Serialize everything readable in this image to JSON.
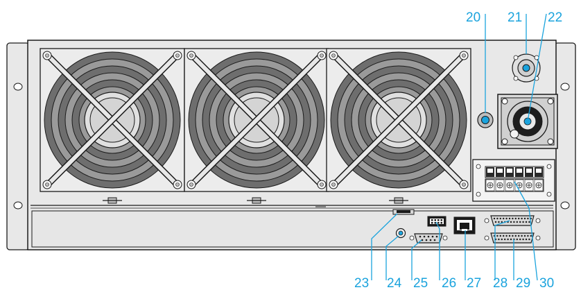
{
  "callouts_top": [
    {
      "id": "c20",
      "label": "20"
    },
    {
      "id": "c21",
      "label": "21"
    },
    {
      "id": "c22",
      "label": "22"
    }
  ],
  "callouts_bottom": [
    {
      "id": "c23",
      "label": "23"
    },
    {
      "id": "c24",
      "label": "24"
    },
    {
      "id": "c25",
      "label": "25"
    },
    {
      "id": "c26",
      "label": "26"
    },
    {
      "id": "c27",
      "label": "27"
    },
    {
      "id": "c28",
      "label": "28"
    },
    {
      "id": "c29",
      "label": "29"
    },
    {
      "id": "c30",
      "label": "30"
    }
  ],
  "colors": {
    "callout": "#1aa3dd",
    "panel_fill": "#e8e8e8",
    "fan_ring": "#6e6e6e",
    "outline": "#1a1a1a"
  }
}
